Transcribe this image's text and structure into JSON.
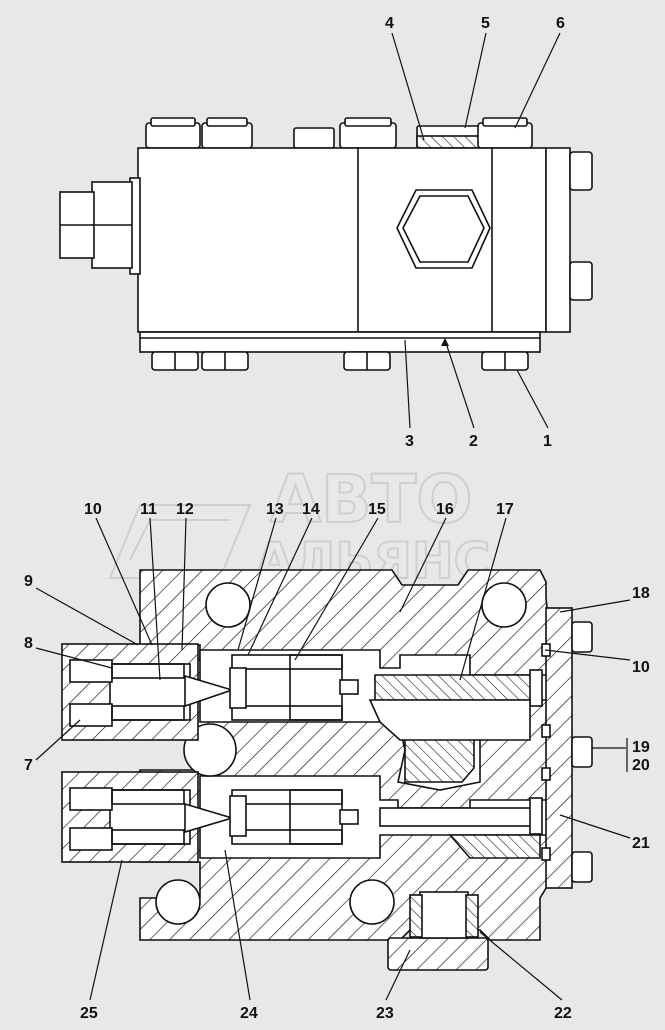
{
  "watermark": {
    "line1": "АВТО",
    "line2": "АЛЬЯНС"
  },
  "top_view_labels": [
    "4",
    "5",
    "6",
    "3",
    "2",
    "1"
  ],
  "section_labels": {
    "l10a": "10",
    "l11": "11",
    "l12": "12",
    "l13": "13",
    "l14": "14",
    "l15": "15",
    "l16": "16",
    "l17": "17",
    "l18": "18",
    "l9": "9",
    "l8": "8",
    "l7": "7",
    "l10b": "10",
    "l19": "19",
    "l20": "20",
    "l21": "21",
    "l25": "25",
    "l24": "24",
    "l23": "23",
    "l22": "22"
  }
}
